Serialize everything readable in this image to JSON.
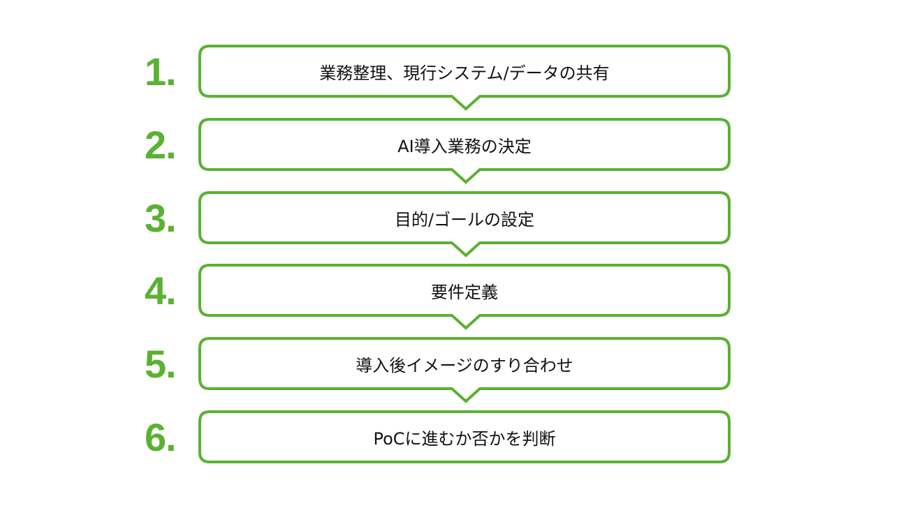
{
  "accent_color": "#5ab132",
  "steps": [
    {
      "number": "1.",
      "label": "業務整理、現行システム/データの共有"
    },
    {
      "number": "2.",
      "label": "AI導入業務の決定"
    },
    {
      "number": "3.",
      "label": "目的/ゴールの設定"
    },
    {
      "number": "4.",
      "label": "要件定義"
    },
    {
      "number": "5.",
      "label": "導入後イメージのすり合わせ"
    },
    {
      "number": "6.",
      "label": "PoCに進むか否かを判断"
    }
  ]
}
